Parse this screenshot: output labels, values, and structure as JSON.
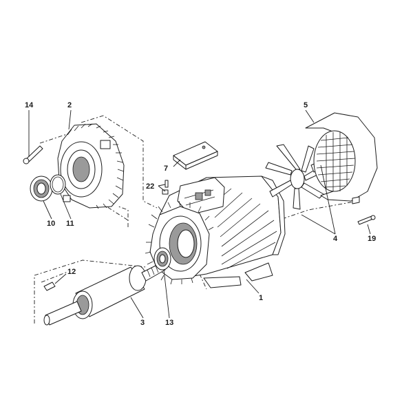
{
  "callouts": [
    {
      "id": "c1",
      "label": "1"
    },
    {
      "id": "c2",
      "label": "2"
    },
    {
      "id": "c3",
      "label": "3"
    },
    {
      "id": "c4",
      "label": "4"
    },
    {
      "id": "c5",
      "label": "5"
    },
    {
      "id": "c7",
      "label": "7"
    },
    {
      "id": "c10",
      "label": "10"
    },
    {
      "id": "c11",
      "label": "11"
    },
    {
      "id": "c12",
      "label": "12"
    },
    {
      "id": "c13",
      "label": "13"
    },
    {
      "id": "c14",
      "label": "14"
    },
    {
      "id": "c19",
      "label": "19"
    },
    {
      "id": "c22",
      "label": "22"
    }
  ]
}
